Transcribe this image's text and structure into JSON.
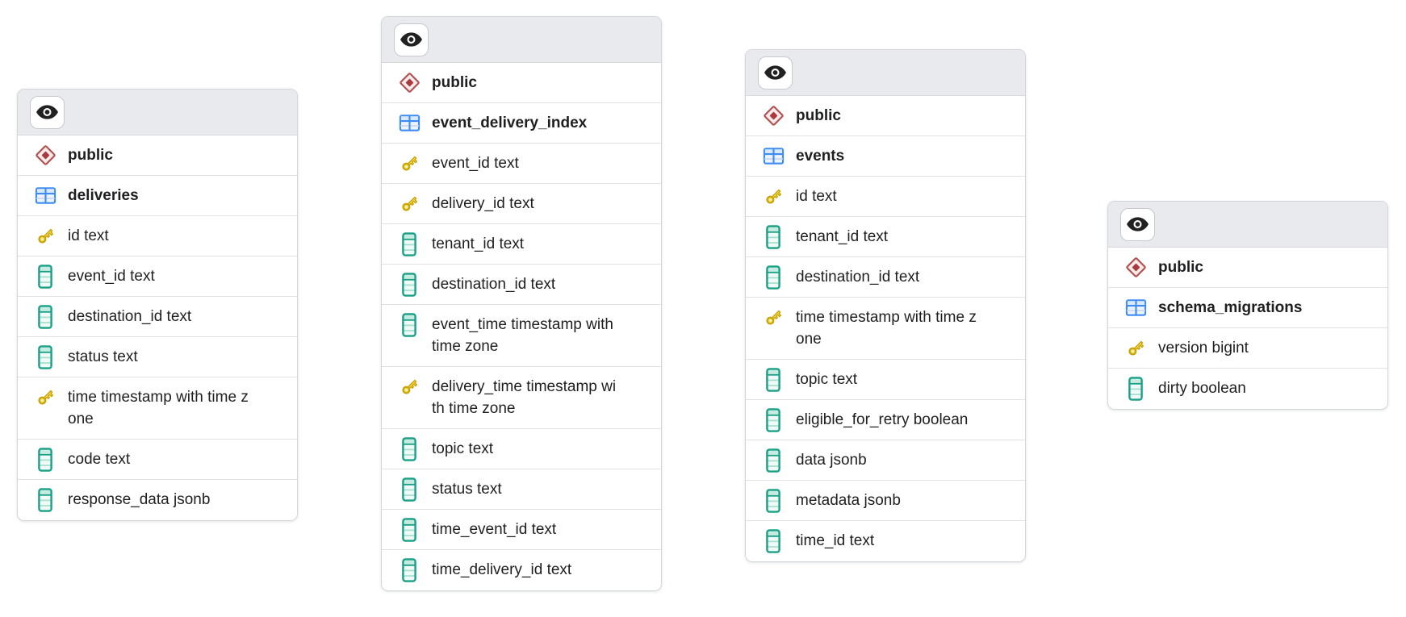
{
  "diagram": {
    "header_button_icon": "eye-icon",
    "tables": [
      {
        "schema": "public",
        "name": "deliveries",
        "columns": [
          {
            "label": "id text",
            "icon": "key"
          },
          {
            "label": "event_id text",
            "icon": "column"
          },
          {
            "label": "destination_id text",
            "icon": "column"
          },
          {
            "label": "status text",
            "icon": "column"
          },
          {
            "label": "time timestamp with time zone",
            "icon": "key"
          },
          {
            "label": "code text",
            "icon": "column"
          },
          {
            "label": "response_data jsonb",
            "icon": "column"
          }
        ]
      },
      {
        "schema": "public",
        "name": "event_delivery_index",
        "columns": [
          {
            "label": "event_id text",
            "icon": "key"
          },
          {
            "label": "delivery_id text",
            "icon": "key"
          },
          {
            "label": "tenant_id text",
            "icon": "column"
          },
          {
            "label": "destination_id text",
            "icon": "column"
          },
          {
            "label": "event_time timestamp with time zone",
            "icon": "column"
          },
          {
            "label": "delivery_time timestamp with time zone",
            "icon": "key"
          },
          {
            "label": "topic text",
            "icon": "column"
          },
          {
            "label": "status text",
            "icon": "column"
          },
          {
            "label": "time_event_id text",
            "icon": "column"
          },
          {
            "label": "time_delivery_id text",
            "icon": "column"
          }
        ]
      },
      {
        "schema": "public",
        "name": "events",
        "columns": [
          {
            "label": "id text",
            "icon": "key"
          },
          {
            "label": "tenant_id text",
            "icon": "column"
          },
          {
            "label": "destination_id text",
            "icon": "column"
          },
          {
            "label": "time timestamp with time zone",
            "icon": "key"
          },
          {
            "label": "topic text",
            "icon": "column"
          },
          {
            "label": "eligible_for_retry boolean",
            "icon": "column"
          },
          {
            "label": "data jsonb",
            "icon": "column"
          },
          {
            "label": "metadata jsonb",
            "icon": "column"
          },
          {
            "label": "time_id text",
            "icon": "column"
          }
        ]
      },
      {
        "schema": "public",
        "name": "schema_migrations",
        "columns": [
          {
            "label": "version bigint",
            "icon": "key"
          },
          {
            "label": "dirty boolean",
            "icon": "column"
          }
        ]
      }
    ],
    "colors": {
      "header_bg": "#e8eaee",
      "card_border": "#d3d6db",
      "row_border": "#e0e2e6",
      "text": "#1e1f21",
      "schema_icon_red": "#a93a3e",
      "table_icon_blue": "#3f8cf3",
      "key_icon_gold": "#f6d83d",
      "column_icon_teal": "#1aa086"
    }
  }
}
